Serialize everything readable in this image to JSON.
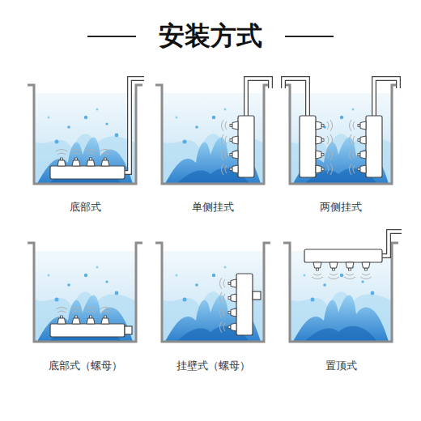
{
  "diagram": {
    "title": "安装方式",
    "labels": [
      "底部式",
      "单侧挂式",
      "两侧挂式",
      "底部式（螺母）",
      "挂壁式（螺母）",
      "置顶式"
    ]
  }
}
